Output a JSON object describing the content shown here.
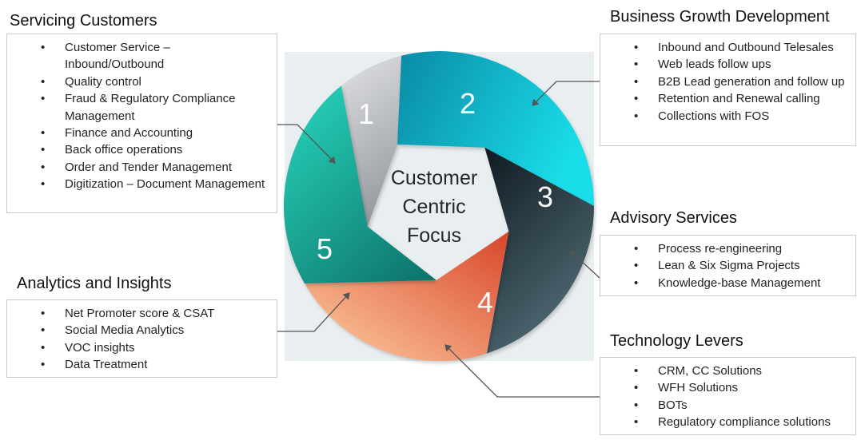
{
  "center": {
    "line1": "Customer",
    "line2": "Centric",
    "line3": "Focus"
  },
  "segments": [
    {
      "number": "1",
      "colors": [
        "#f1f2f3",
        "#8f9398"
      ]
    },
    {
      "number": "2",
      "colors": [
        "#0a8aa5",
        "#19dde8"
      ]
    },
    {
      "number": "3",
      "colors": [
        "#0f1a20",
        "#4f6a74"
      ]
    },
    {
      "number": "4",
      "colors": [
        "#ffd0a3",
        "#d8452a"
      ]
    },
    {
      "number": "5",
      "colors": [
        "#0d6f68",
        "#24cbb3"
      ]
    }
  ],
  "sections": {
    "servicing": {
      "title": "Servicing Customers",
      "items": [
        "Customer Service – Inbound/Outbound",
        "Quality control",
        "Fraud & Regulatory Compliance Management",
        "Finance and Accounting",
        "Back office operations",
        "Order and Tender Management",
        "Digitization – Document Management"
      ]
    },
    "growth": {
      "title": "Business Growth Development",
      "items": [
        "Inbound and Outbound Telesales",
        "Web leads follow ups",
        "B2B Lead generation and follow up",
        "Retention and Renewal calling",
        "Collections with FOS"
      ]
    },
    "advisory": {
      "title": "Advisory Services",
      "items": [
        "Process re-engineering",
        "Lean & Six Sigma Projects",
        "Knowledge-base Management"
      ]
    },
    "analytics": {
      "title": "Analytics and Insights",
      "items": [
        "Net Promoter score & CSAT",
        "Social Media Analytics",
        "VOC insights",
        "Data Treatment"
      ]
    },
    "technology": {
      "title": "Technology Levers",
      "items": [
        "CRM, CC Solutions",
        "WFH Solutions",
        "BOTs",
        "Regulatory compliance solutions"
      ]
    }
  }
}
